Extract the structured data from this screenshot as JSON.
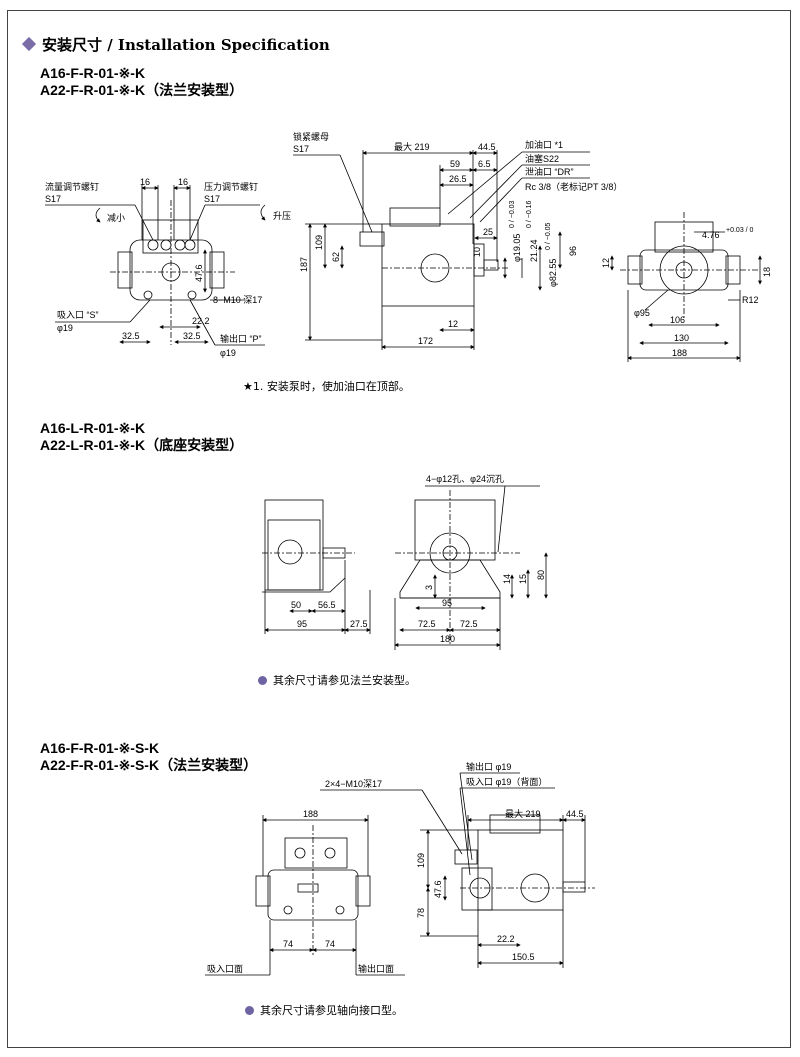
{
  "heading": {
    "text": "安装尺寸 / Installation Specification"
  },
  "sections": [
    {
      "models": [
        "A16-F-R-01-※-K",
        "A22-F-R-01-※-K"
      ],
      "type_label": "（法兰安装型）",
      "note": "★1. 安装泵时，使加油口在顶部。"
    },
    {
      "models": [
        "A16-L-R-01-※-K",
        "A22-L-R-01-※-K"
      ],
      "type_label": "（底座安装型）",
      "note": "其余尺寸请参见法兰安装型。"
    },
    {
      "models": [
        "A16-F-R-01-※-S-K",
        "A22-F-R-01-※-S-K"
      ],
      "type_label": "（法兰安装型）",
      "note": "其余尺寸请参见轴向接口型。"
    }
  ],
  "labels": {
    "flow_screw": "流量调节螺钉",
    "pressure_screw": "压力调节螺钉",
    "s17": "S17",
    "decrease": "减小",
    "increase": "升压",
    "suction_port": "吸入口 “S”",
    "phi19": "φ19",
    "discharge_port": "输出口 “P”",
    "bolt_m10": "8−M10 深17",
    "lock_nut": "锁紧螺母",
    "max219": "最大 219",
    "oil_fill": "加油口 *1",
    "oil_plug": "油塞S22",
    "drain_port": "泄油口 “DR”",
    "rc_thread": "Rc 3/8（老标记PT 3/8）",
    "holes": "4−φ12孔、φ24沉孔",
    "bolt_2x4": "2×4−M10深17",
    "discharge_phi19": "输出口 φ19",
    "suction_back": "吸入口 φ19（背面）",
    "suction_face": "吸入口面",
    "discharge_face": "输出口面",
    "r12": "R12",
    "phi95": "φ95",
    "shaft_dia": "φ19.05",
    "shaft_tol": "0 / −0.03",
    "key_dim": "21.24",
    "key_tol": "0 / −0.16",
    "pilot_dia": "φ82.55",
    "pilot_tol": "0 / −0.05",
    "key_width": "4.76",
    "key_width_tol": "+0.03 / 0"
  },
  "dims": {
    "d16": "16",
    "d47_6": "47.6",
    "d22_2": "22.2",
    "d32_5": "32.5",
    "d44_5": "44.5",
    "d59": "59",
    "d6_5": "6.5",
    "d26_5": "26.5",
    "d25": "25",
    "d10": "10",
    "d109": "109",
    "d62": "62",
    "d187": "187",
    "d96": "96",
    "d12": "12",
    "d172": "172",
    "d18": "18",
    "d106": "106",
    "d130": "130",
    "d188": "188",
    "d50": "50",
    "d56_5": "56.5",
    "d95": "95",
    "d27_5": "27.5",
    "d3": "3",
    "d72_5": "72.5",
    "d180": "180",
    "d14": "14",
    "d15": "15",
    "d80": "80",
    "d219": "219",
    "d78": "78",
    "d74": "74",
    "d150_5": "150.5"
  },
  "colors": {
    "accent": "#6e63a3",
    "line": "#000000"
  }
}
